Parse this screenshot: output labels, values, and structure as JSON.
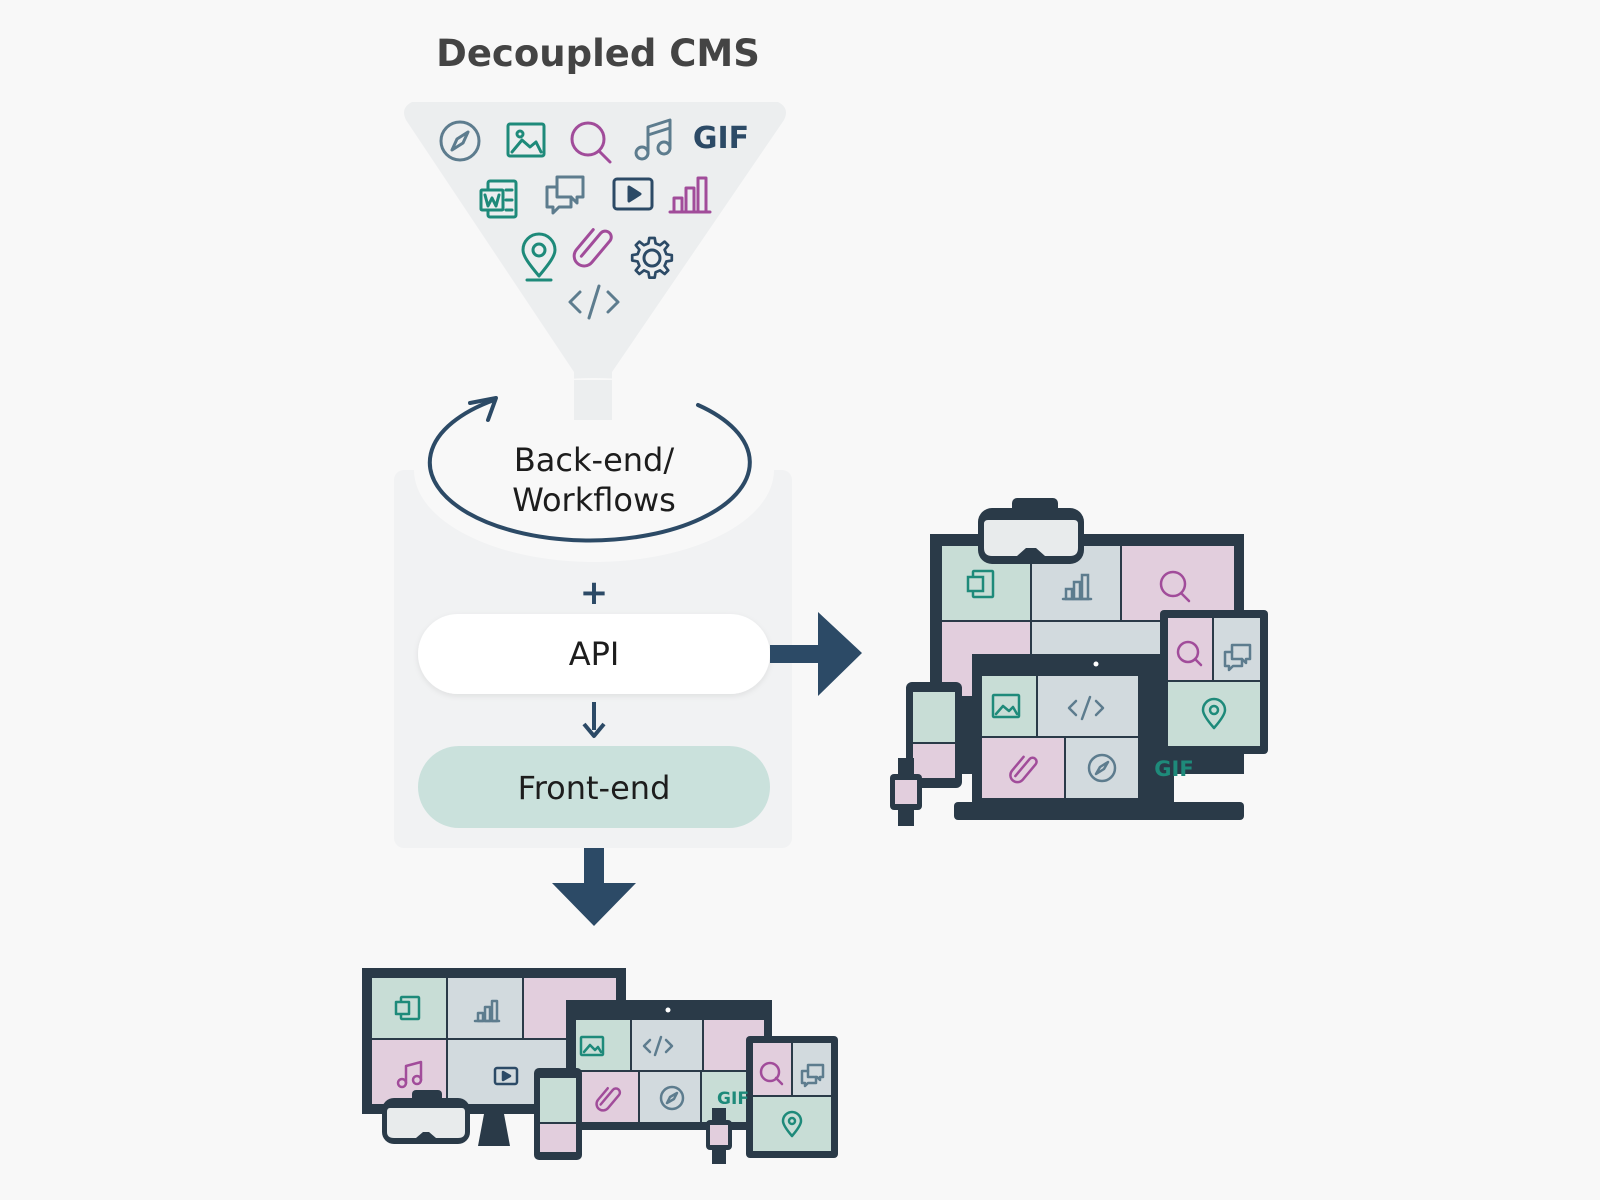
{
  "title": "Decoupled CMS",
  "backend_label_line1": "Back-end/",
  "backend_label_line2": "Workflows",
  "plus_symbol": "+",
  "api_label": "API",
  "frontend_label": "Front-end",
  "gif_label": "GIF",
  "funnel_icons": [
    "compass-icon",
    "image-icon",
    "search-icon",
    "music-icon",
    "gif-icon",
    "word-doc-icon",
    "chat-icon",
    "video-icon",
    "bar-chart-icon",
    "location-pin-icon",
    "paperclip-icon",
    "gear-icon",
    "code-icon"
  ],
  "colors": {
    "navy": "#2c4a66",
    "dark_device": "#2a3a48",
    "teal": "#1e8a7a",
    "purple": "#a14c9a",
    "slate": "#5d7c8e",
    "mint_tile": "#c8ddd6",
    "pink_tile": "#e2cedd",
    "grey_tile": "#d2dade",
    "frontend_fill": "#cae1dc",
    "panel_fill": "#f1f2f3",
    "funnel_fill": "#eceeef"
  }
}
